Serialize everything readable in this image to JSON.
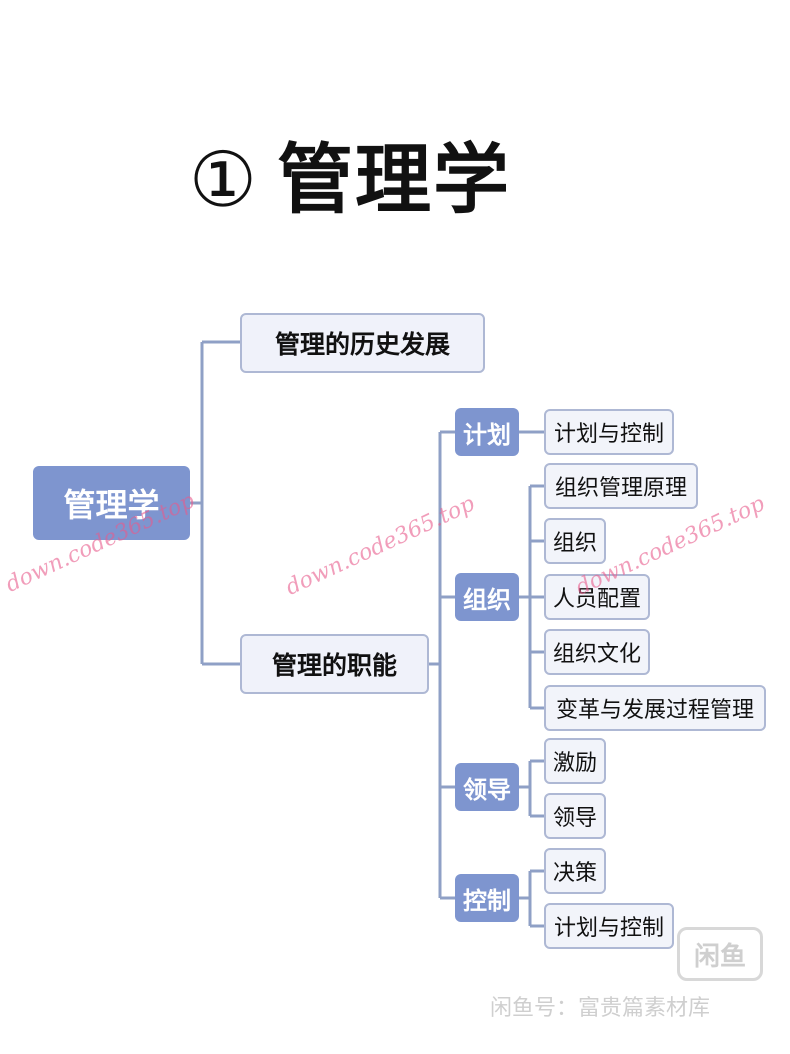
{
  "title": {
    "symbol": "①",
    "text": "管理学"
  },
  "mindmap": {
    "root": "管理学",
    "branch_history": "管理的历史发展",
    "branch_functions": "管理的职能",
    "planning": {
      "label": "计划",
      "items": [
        "计划与控制"
      ]
    },
    "organizing": {
      "label": "组织",
      "items": [
        "组织管理原理",
        "组织",
        "人员配置",
        "组织文化",
        "变革与发展过程管理"
      ]
    },
    "leading": {
      "label": "领导",
      "items": [
        "激励",
        "领导"
      ]
    },
    "controlling": {
      "label": "控制",
      "items": [
        "决策",
        "计划与控制"
      ]
    }
  },
  "watermarks": {
    "url": "down.code365.top"
  },
  "footer": {
    "badge": "闲鱼",
    "text": "闲鱼号：富贵篇素材库"
  },
  "colors": {
    "accent": "#7e95cf",
    "box_fill": "#f0f2fa",
    "box_border": "#aeb8d4",
    "line": "#8fa0c6"
  }
}
